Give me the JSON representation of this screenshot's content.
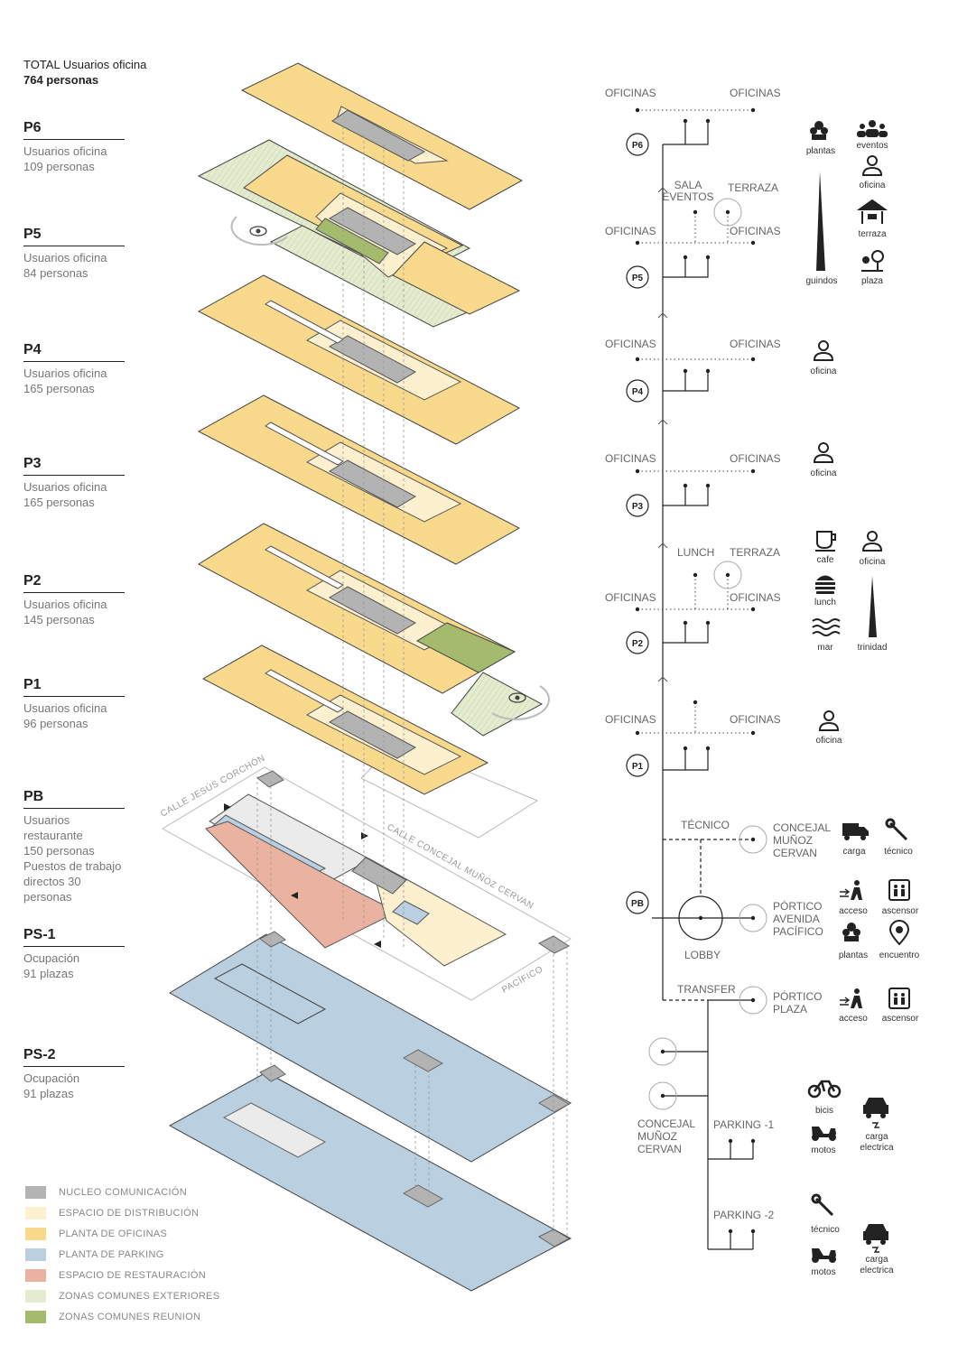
{
  "summary": {
    "title": "TOTAL Usuarios oficina",
    "total": "764 personas"
  },
  "floors": [
    {
      "code": "P6",
      "desc": "Usuarios oficina\n109 personas"
    },
    {
      "code": "P5",
      "desc": "Usuarios oficina\n84 personas"
    },
    {
      "code": "P4",
      "desc": "Usuarios oficina\n165 personas"
    },
    {
      "code": "P3",
      "desc": "Usuarios oficina\n165 personas"
    },
    {
      "code": "P2",
      "desc": "Usuarios oficina\n145 personas"
    },
    {
      "code": "P1",
      "desc": "Usuarios oficina\n96 personas"
    },
    {
      "code": "PB",
      "desc": "Usuarios restaurante\n150 personas\nPuestos de trabajo\ndirectos 30 personas"
    },
    {
      "code": "PS-1",
      "desc": "Ocupación\n91 plazas"
    },
    {
      "code": "PS-2",
      "desc": "Ocupación\n91 plazas"
    }
  ],
  "colors": {
    "nucleo": "#b3b3b3",
    "distribucion": "#fdf0cf",
    "oficinas": "#f9d98b",
    "parking": "#bacfe0",
    "restauracion": "#eab3a1",
    "exteriores": "#e4ecd0",
    "reunion": "#a4bb6e"
  },
  "legend": [
    {
      "label": "NUCLEO COMUNICACIÓN",
      "color": "#b3b3b3"
    },
    {
      "label": "ESPACIO DE DISTRIBUCIÓN",
      "color": "#fdf0cf"
    },
    {
      "label": "PLANTA DE OFICINAS",
      "color": "#f9d98b"
    },
    {
      "label": "PLANTA DE PARKING",
      "color": "#bacfe0"
    },
    {
      "label": "ESPACIO DE RESTAURACIÓN",
      "color": "#eab3a1"
    },
    {
      "label": "ZONAS COMUNES EXTERIORES",
      "color": "#e4ecd0"
    },
    {
      "label": "ZONAS COMUNES REUNION",
      "color": "#a4bb6e"
    }
  ],
  "streets": {
    "corchon": "CALLE JESÚS CORCHÓN",
    "concejal": "CALLE CONCEJAL MUÑOZ CERVAN",
    "pacifico": "PACÍFICO"
  },
  "diagram": {
    "nodes": {
      "p6": "P6",
      "p5": "P5",
      "p4": "P4",
      "p3": "P3",
      "p2": "P2",
      "p1": "P1",
      "pb": "PB"
    },
    "oficinas": "OFICINAS",
    "sala_eventos": "SALA EVENTOS",
    "terraza": "TERRAZA",
    "lunch": "LUNCH",
    "tecnico": "TÉCNICO",
    "concejal_munoz_cervan": "CONCEJAL MUÑOZ CERVAN",
    "portico_avenida": "PÓRTICO AVENIDA PACÍFICO",
    "lobby": "LOBBY",
    "transfer": "TRANSFER",
    "portico_plaza": "PÓRTICO PLAZA",
    "parking1": "PARKING -1",
    "parking2": "PARKING -2"
  },
  "icons": {
    "plantas": "plantas",
    "eventos": "eventos",
    "oficina": "oficina",
    "terraza": "terraza",
    "guindos": "guindos",
    "plaza": "plaza",
    "cafe": "cafe",
    "lunch": "lunch",
    "mar": "mar",
    "trinidad": "trinidad",
    "carga": "carga",
    "tecnico": "técnico",
    "acceso": "acceso",
    "ascensor": "ascensor",
    "encuentro": "encuentro",
    "bicis": "bicis",
    "motos": "motos",
    "carga_electrica": "carga\nelectrica"
  }
}
